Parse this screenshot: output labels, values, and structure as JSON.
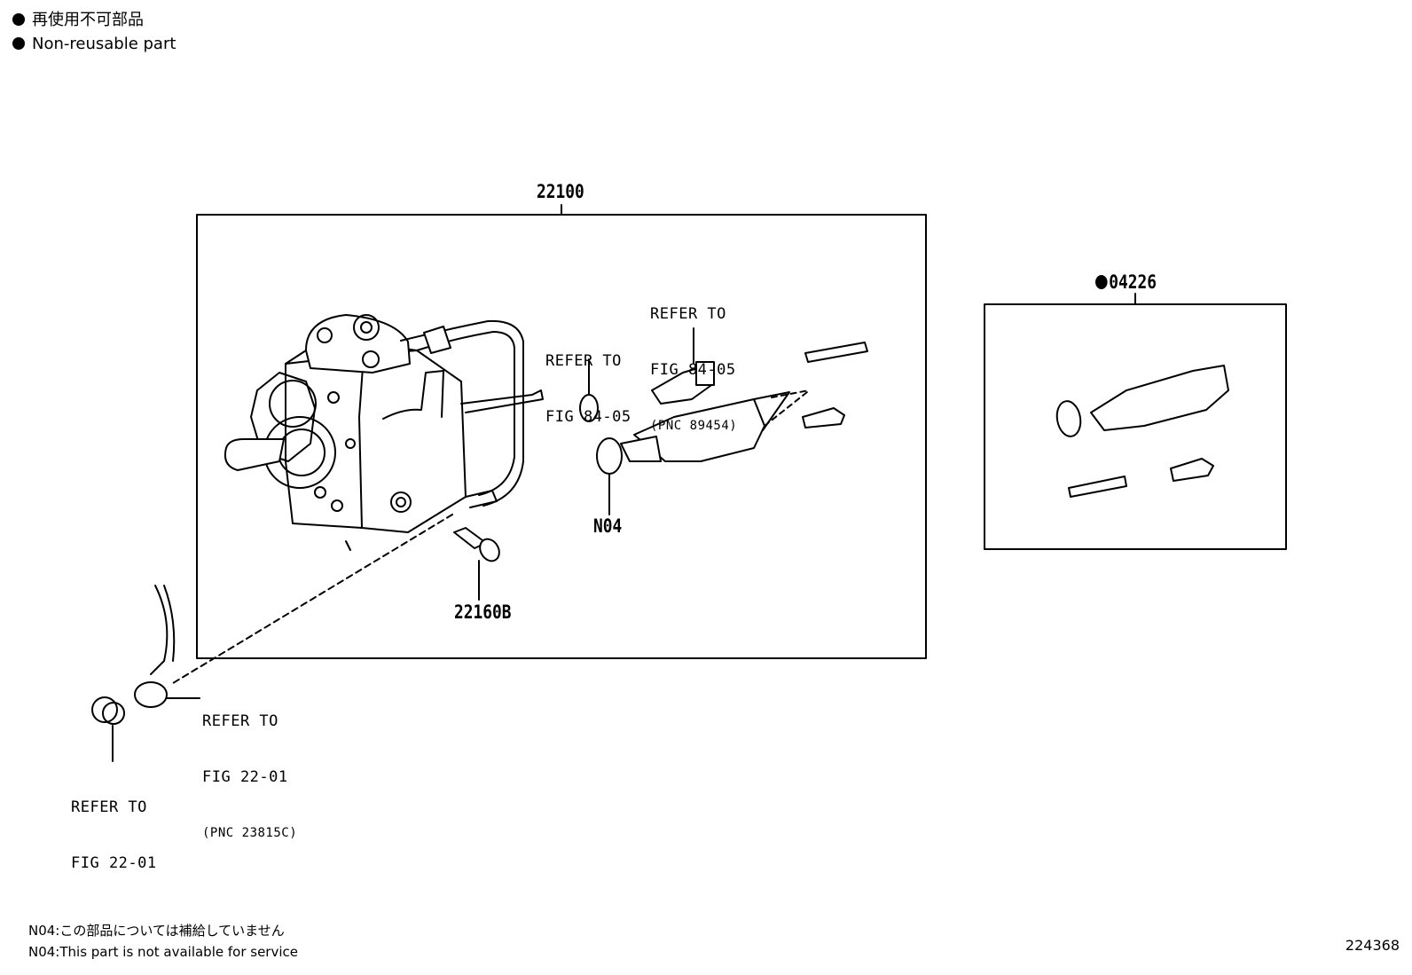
{
  "legend": {
    "jp": "再使用不可部品",
    "en": "Non-reusable part"
  },
  "parts": {
    "assembly": "22100",
    "kit": "04226",
    "bolt": "22160B",
    "oring_note": "N04"
  },
  "refs": {
    "r1": {
      "line1": "REFER TO",
      "line2": "FIG 84-05",
      "line3": "(PNC 89454)"
    },
    "r2": {
      "line1": "REFER TO",
      "line2": "FIG 84-05"
    },
    "r3": {
      "line1": "REFER TO",
      "line2": "FIG 22-01",
      "line3": "(PNC 23815C)"
    },
    "r4": {
      "line1": "REFER TO",
      "line2": "FIG 22-01"
    }
  },
  "footnotes": {
    "jp": "N04:この部品については補給していません",
    "en": "N04:This part is not available for service"
  },
  "figure_number": "224368"
}
